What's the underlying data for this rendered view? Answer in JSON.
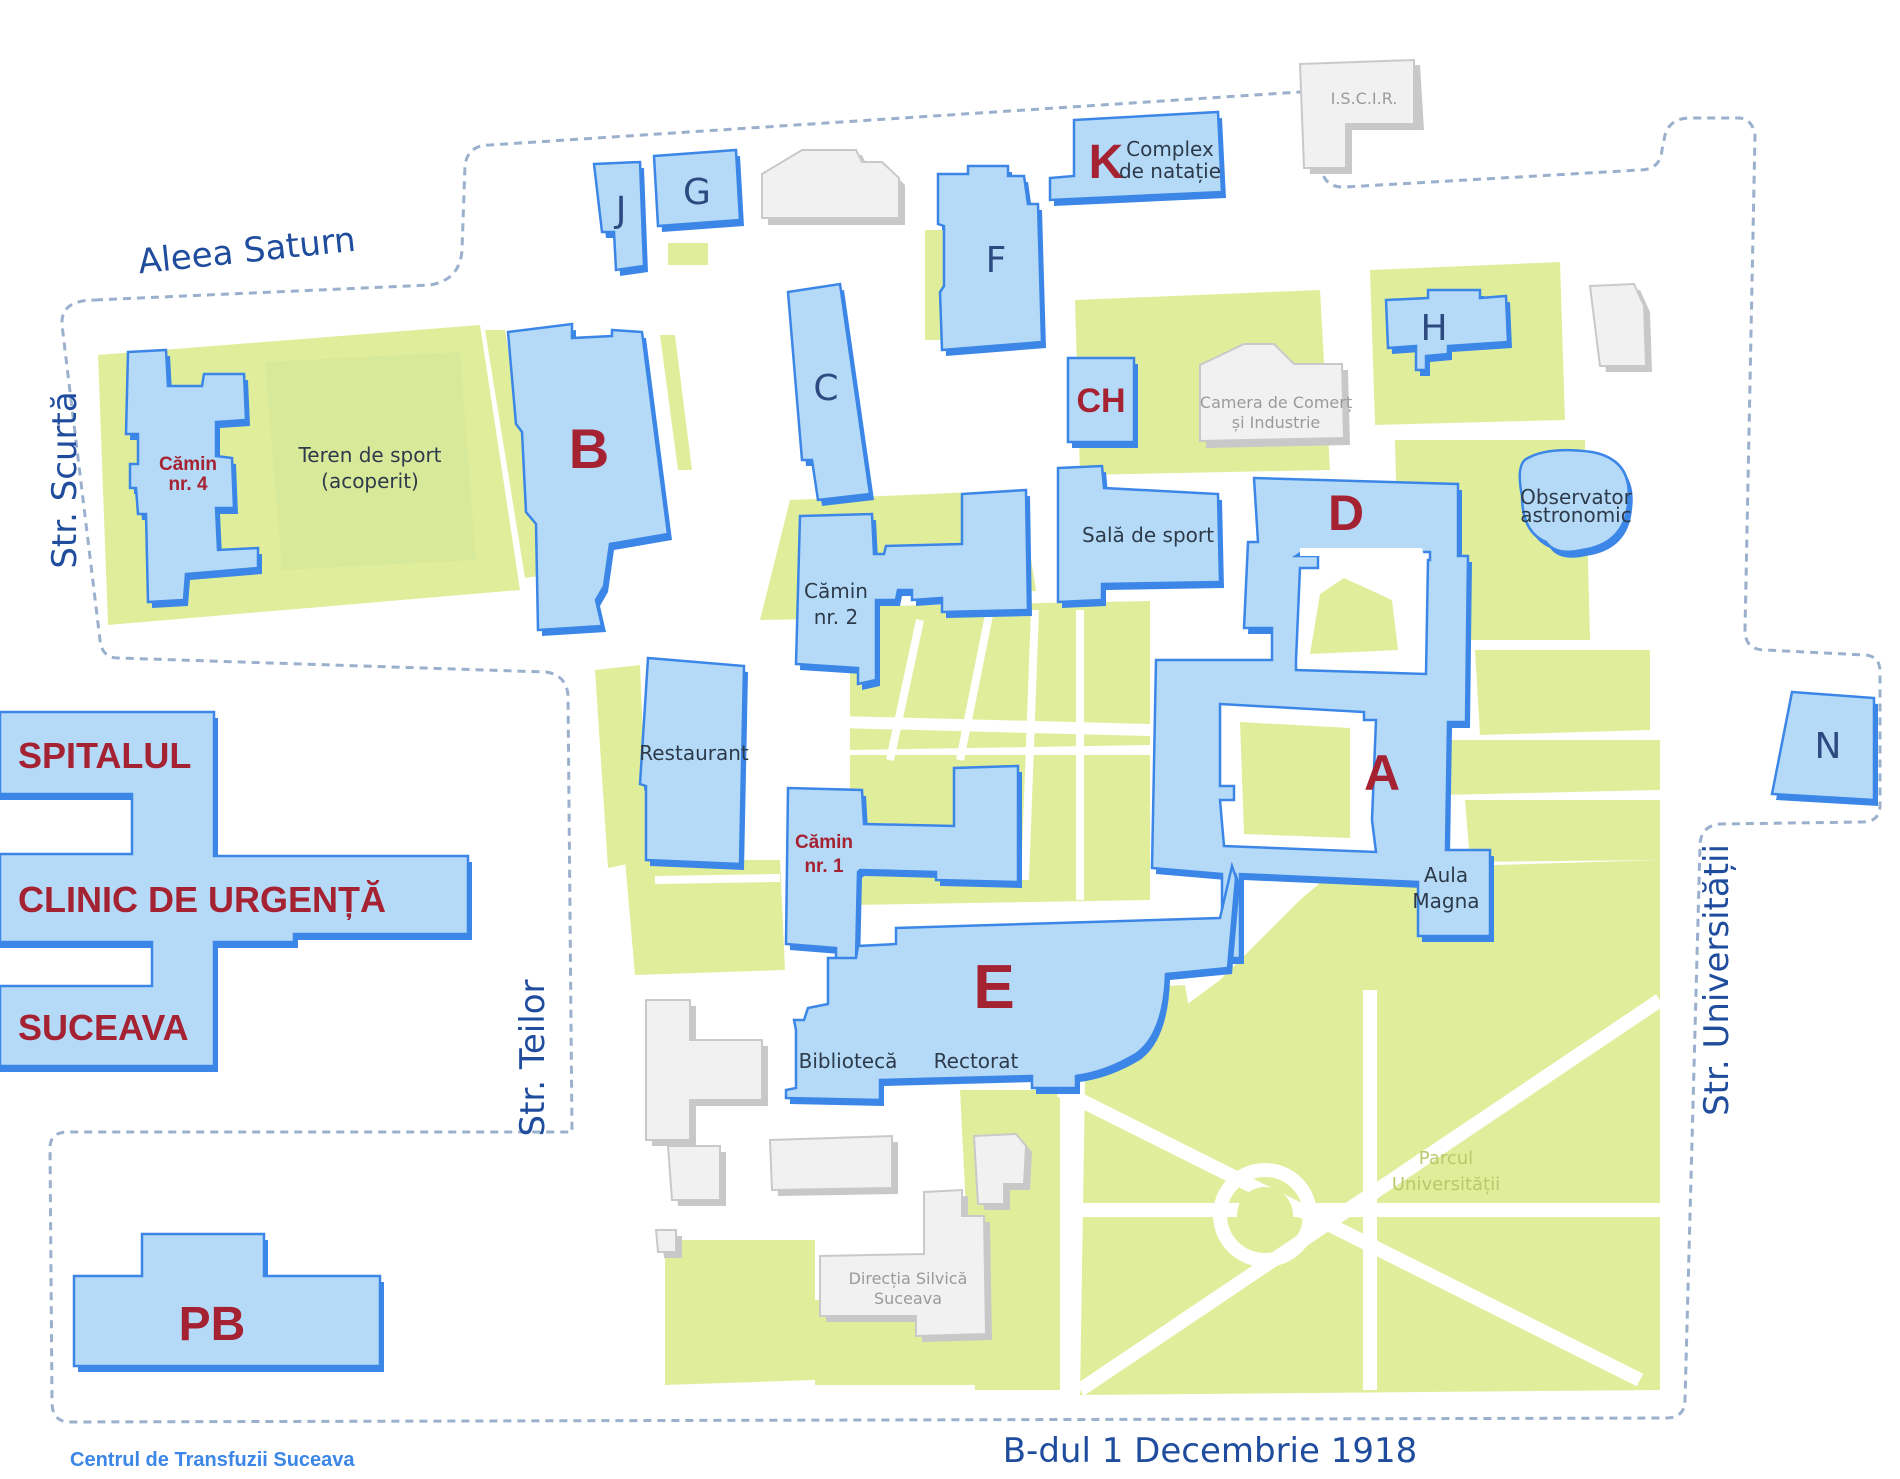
{
  "streets": {
    "aleea_saturn": "Aleea Saturn",
    "str_scurta": "Str. Scurtă",
    "str_teilor": "Str. Teilor",
    "str_universitatii": "Str. Universității",
    "bdul": "B-dul 1 Decembrie 1918"
  },
  "buildings": {
    "J": "J",
    "G": "G",
    "K": "K",
    "K_desc_1": "Complex",
    "K_desc_2": "de natație",
    "F": "F",
    "C": "C",
    "CH": "CH",
    "H": "H",
    "B": "B",
    "D": "D",
    "A": "A",
    "E": "E",
    "N": "N",
    "PB": "PB",
    "camin4_1": "Cămin",
    "camin4_2": "nr. 4",
    "camin2_1": "Cămin",
    "camin2_2": "nr. 2",
    "camin1_1": "Cămin",
    "camin1_2": "nr. 1",
    "restaurant": "Restaurant",
    "sala_sport": "Sală de sport",
    "teren_1": "Teren de sport",
    "teren_2": "(acoperit)",
    "observator_1": "Observator",
    "observator_2": "astronomic",
    "aula_1": "Aula",
    "aula_2": "Magna",
    "biblioteca": "Bibliotecă",
    "rectorat": "Rectorat"
  },
  "external": {
    "iscir": "I.S.C.I.R.",
    "camera_1": "Camera de Comerț",
    "camera_2": "și Industrie",
    "directia_1": "Direcția Silvică",
    "directia_2": "Suceava",
    "parc_1": "Parcul",
    "parc_2": "Universității"
  },
  "hospital": {
    "line1": "SPITALUL",
    "line2": "CLINIC DE URGENȚĂ",
    "line3": "SUCEAVA"
  },
  "footer": {
    "transfuzii": "Centrul de Transfuzii Suceava"
  },
  "colors": {
    "building_fill": "#b5daf7",
    "building_outline": "#3b86e6",
    "green_area": "#e0ee9c",
    "label_red": "#a52232",
    "street_blue": "#1f4c9c"
  }
}
